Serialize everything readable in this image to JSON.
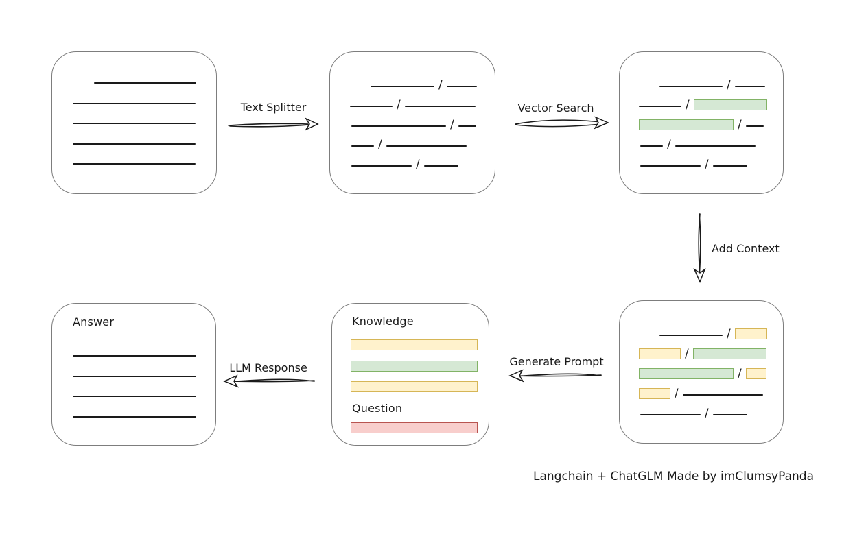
{
  "caption": "Langchain + ChatGLM Made by imClumsyPanda",
  "colors": {
    "ink": "#1a1a1a",
    "box_border": "#7d7d7d",
    "green_fill": "#d5e8d4",
    "green_border": "#82b366",
    "yellow_fill": "#fff2cc",
    "yellow_border": "#d6b656",
    "red_fill": "#f8cecc",
    "red_border": "#b85450"
  },
  "labels": {
    "text_splitter": "Text Splitter",
    "vector_search": "Vector Search",
    "add_context": "Add Context",
    "generate_prompt": "Generate Prompt",
    "llm_response": "LLM Response"
  },
  "boxes": {
    "document": {
      "lines": [
        {
          "indent": 31,
          "w": 149
        },
        {
          "indent": 0,
          "w": 179
        },
        {
          "indent": 0,
          "w": 179
        },
        {
          "indent": 0,
          "w": 179
        },
        {
          "indent": 0,
          "w": 179
        }
      ]
    },
    "split_chunks": {
      "rows": [
        {
          "indent": 31,
          "segs": [
            {
              "t": "line",
              "w": 93
            },
            {
              "t": "slash"
            },
            {
              "t": "line",
              "w": 44
            }
          ]
        },
        {
          "indent": 1,
          "segs": [
            {
              "t": "line",
              "w": 62
            },
            {
              "t": "slash"
            },
            {
              "t": "line",
              "w": 103
            }
          ]
        },
        {
          "indent": 3,
          "segs": [
            {
              "t": "line",
              "w": 138
            },
            {
              "t": "slash"
            },
            {
              "t": "line",
              "w": 26
            }
          ]
        },
        {
          "indent": 3,
          "segs": [
            {
              "t": "line",
              "w": 33
            },
            {
              "t": "slash"
            },
            {
              "t": "line",
              "w": 117
            }
          ]
        },
        {
          "indent": 3,
          "segs": [
            {
              "t": "line",
              "w": 88
            },
            {
              "t": "slash"
            },
            {
              "t": "line",
              "w": 50
            }
          ]
        }
      ]
    },
    "vector_chunks": {
      "rows": [
        {
          "indent": 30,
          "segs": [
            {
              "t": "line",
              "w": 92
            },
            {
              "t": "slash"
            },
            {
              "t": "line",
              "w": 44
            }
          ]
        },
        {
          "indent": 0,
          "segs": [
            {
              "t": "line",
              "w": 62
            },
            {
              "t": "slash"
            },
            {
              "t": "green",
              "w": 107
            }
          ]
        },
        {
          "indent": 0,
          "segs": [
            {
              "t": "green",
              "w": 138
            },
            {
              "t": "slash"
            },
            {
              "t": "line",
              "w": 26
            }
          ]
        },
        {
          "indent": 2,
          "segs": [
            {
              "t": "line",
              "w": 33
            },
            {
              "t": "slash"
            },
            {
              "t": "line",
              "w": 117
            }
          ]
        },
        {
          "indent": 2,
          "segs": [
            {
              "t": "line",
              "w": 88
            },
            {
              "t": "slash"
            },
            {
              "t": "line",
              "w": 50
            }
          ]
        }
      ]
    },
    "context_chunks": {
      "rows": [
        {
          "indent": 30,
          "segs": [
            {
              "t": "line",
              "w": 92
            },
            {
              "t": "slash"
            },
            {
              "t": "yellow",
              "w": 47
            }
          ]
        },
        {
          "indent": 0,
          "segs": [
            {
              "t": "yellow",
              "w": 61
            },
            {
              "t": "slash"
            },
            {
              "t": "green",
              "w": 107
            }
          ]
        },
        {
          "indent": 0,
          "segs": [
            {
              "t": "green",
              "w": 138
            },
            {
              "t": "slash"
            },
            {
              "t": "yellow",
              "w": 30
            }
          ]
        },
        {
          "indent": 0,
          "segs": [
            {
              "t": "yellow",
              "w": 46
            },
            {
              "t": "slash"
            },
            {
              "t": "line",
              "w": 117
            }
          ]
        },
        {
          "indent": 2,
          "segs": [
            {
              "t": "line",
              "w": 88
            },
            {
              "t": "slash"
            },
            {
              "t": "line",
              "w": 50
            }
          ]
        }
      ]
    },
    "prompt": {
      "knowledge_label": "Knowledge",
      "question_label": "Question",
      "knowledge_bars": [
        "yellow",
        "green",
        "yellow"
      ],
      "question_bars": [
        "red"
      ]
    },
    "answer": {
      "title": "Answer",
      "lines": [
        {
          "indent": 0,
          "w": 180
        },
        {
          "indent": 0,
          "w": 180
        },
        {
          "indent": 0,
          "w": 180
        },
        {
          "indent": 0,
          "w": 180
        }
      ]
    }
  }
}
